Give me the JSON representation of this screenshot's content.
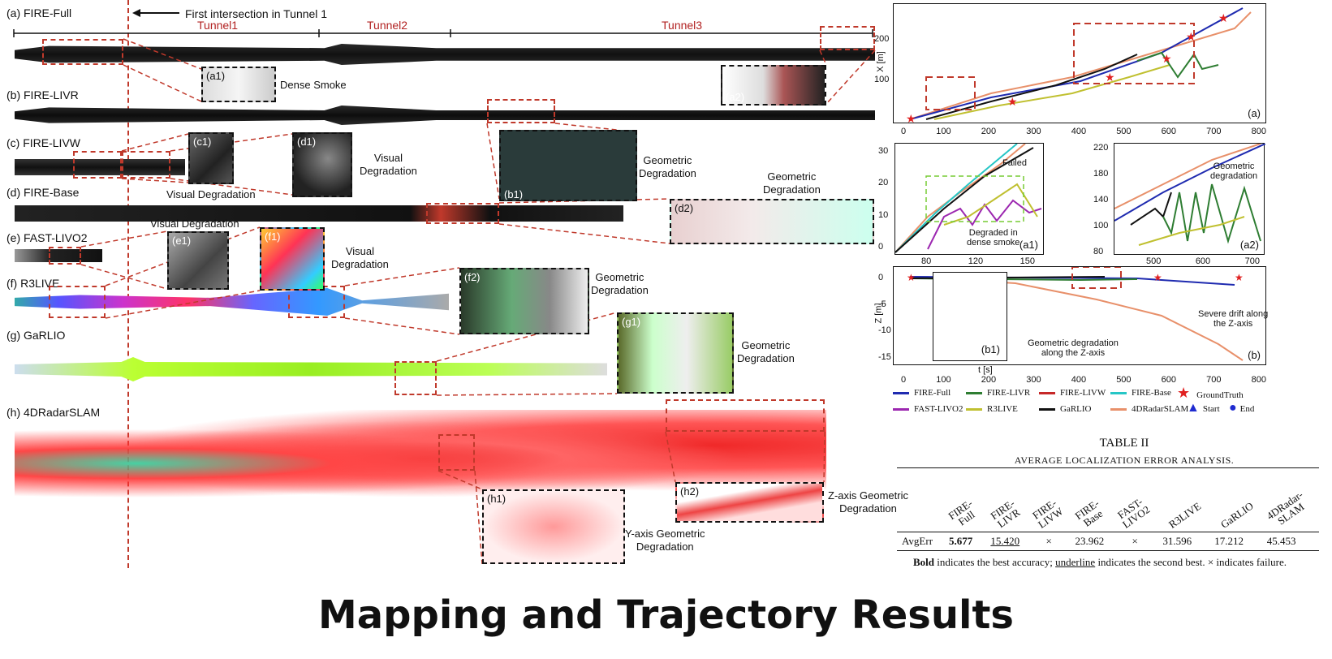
{
  "rows": [
    {
      "label": "(a) FIRE-Full"
    },
    {
      "label": "(b) FIRE-LIVR"
    },
    {
      "label": "(c) FIRE-LIVW"
    },
    {
      "label": "(d) FIRE-Base"
    },
    {
      "label": "(e) FAST-LIVO2"
    },
    {
      "label": "(f) R3LIVE"
    },
    {
      "label": "(g) GaRLIO"
    },
    {
      "label": "(h) 4DRadarSLAM"
    }
  ],
  "intersection_note": "First intersection in Tunnel 1",
  "tunnels": [
    "Tunnel1",
    "Tunnel2",
    "Tunnel3"
  ],
  "insets": {
    "a1": {
      "tag": "(a1)",
      "note": "Dense Smoke"
    },
    "a2": {
      "tag": "(a2)"
    },
    "b1": {
      "tag": "(b1)",
      "note": "Geometric\nDegradation"
    },
    "c1": {
      "tag": "(c1)",
      "note": "Visual Degradation"
    },
    "d1": {
      "tag": "(d1)",
      "note": "Visual\nDegradation"
    },
    "d2": {
      "tag": "(d2)",
      "note": "Geometric\nDegradation"
    },
    "e1": {
      "tag": "(e1)",
      "note": "Visual Degradation"
    },
    "f1": {
      "tag": "(f1)",
      "note": "Visual\nDegradation"
    },
    "f2": {
      "tag": "(f2)",
      "note": "Geometric\nDegradation"
    },
    "g1": {
      "tag": "(g1)",
      "note": "Geometric\nDegradation"
    },
    "h1": {
      "tag": "(h1)",
      "note": "Y-axis Geometric\nDegradation"
    },
    "h2": {
      "tag": "(h2)",
      "note": "Z-axis Geometric\nDegradation"
    }
  },
  "plot_a": {
    "tag": "(a)",
    "ylabel": "X [m]",
    "yticks": [
      "200",
      "100"
    ],
    "xticks": [
      "0",
      "100",
      "200",
      "300",
      "400",
      "500",
      "600",
      "700",
      "800"
    ]
  },
  "plot_a1": {
    "tag": "(a1)",
    "yticks": [
      "30",
      "20",
      "10",
      "0"
    ],
    "xticks": [
      "80",
      "120",
      "150"
    ],
    "notes": [
      "Failed",
      "Degraded in\ndense smoke"
    ]
  },
  "plot_a2": {
    "tag": "(a2)",
    "yticks": [
      "220",
      "180",
      "140",
      "100",
      "80"
    ],
    "xticks": [
      "500",
      "600",
      "700"
    ],
    "notes": [
      "Geometric\ndegradation"
    ]
  },
  "plot_b": {
    "tag": "(b)",
    "ylabel": "Z [m]",
    "xlabel": "t [s]",
    "yticks": [
      "0",
      "-5",
      "-10",
      "-15"
    ],
    "xticks": [
      "0",
      "100",
      "200",
      "300",
      "400",
      "500",
      "600",
      "700",
      "800"
    ],
    "inset_tag": "(b1)",
    "notes": [
      "Severe drift along\nthe Z-axis",
      "Geometric degradation\nalong the Z-axis"
    ]
  },
  "legend": [
    {
      "name": "FIRE-Full",
      "color": "#1f2bb0",
      "kind": "line"
    },
    {
      "name": "FIRE-LIVR",
      "color": "#2e7d32",
      "kind": "line"
    },
    {
      "name": "FIRE-LIVW",
      "color": "#c62828",
      "kind": "line"
    },
    {
      "name": "FIRE-Base",
      "color": "#26c6c6",
      "kind": "line"
    },
    {
      "name": "GroundTruth",
      "color": "#e02020",
      "kind": "star"
    },
    {
      "name": "FAST-LIVO2",
      "color": "#9c27b0",
      "kind": "line"
    },
    {
      "name": "R3LIVE",
      "color": "#c0c030",
      "kind": "line"
    },
    {
      "name": "GaRLIO",
      "color": "#111111",
      "kind": "line"
    },
    {
      "name": "4DRadarSLAM",
      "color": "#e8906a",
      "kind": "line"
    },
    {
      "name": "Start",
      "color": "#1f2bd0",
      "kind": "triangle"
    },
    {
      "name": "End",
      "color": "#1f2bd0",
      "kind": "circle"
    }
  ],
  "table": {
    "title": "TABLE II",
    "subtitle": "AVERAGE LOCALIZATION ERROR ANALYSIS.",
    "headers": [
      "FIRE-\nFull",
      "FIRE-\nLIVR",
      "FIRE-\nLIVW",
      "FIRE-\nBase",
      "FAST-\nLIVO2",
      "R3LIVE",
      "GaRLIO",
      "4DRadar-\nSLAM"
    ],
    "row_label": "AvgErr",
    "values": [
      "5.677",
      "15.420",
      "×",
      "23.962",
      "×",
      "31.596",
      "17.212",
      "45.453"
    ],
    "caption_bold": "Bold",
    "caption_1": " indicates the best accuracy; ",
    "caption_ul": "underline",
    "caption_2": " indicates the second best. × indicates failure."
  },
  "footer": "Mapping and Trajectory Results",
  "colors": {
    "accent_red": "#c0392b",
    "tunnel_text": "#b22222"
  }
}
